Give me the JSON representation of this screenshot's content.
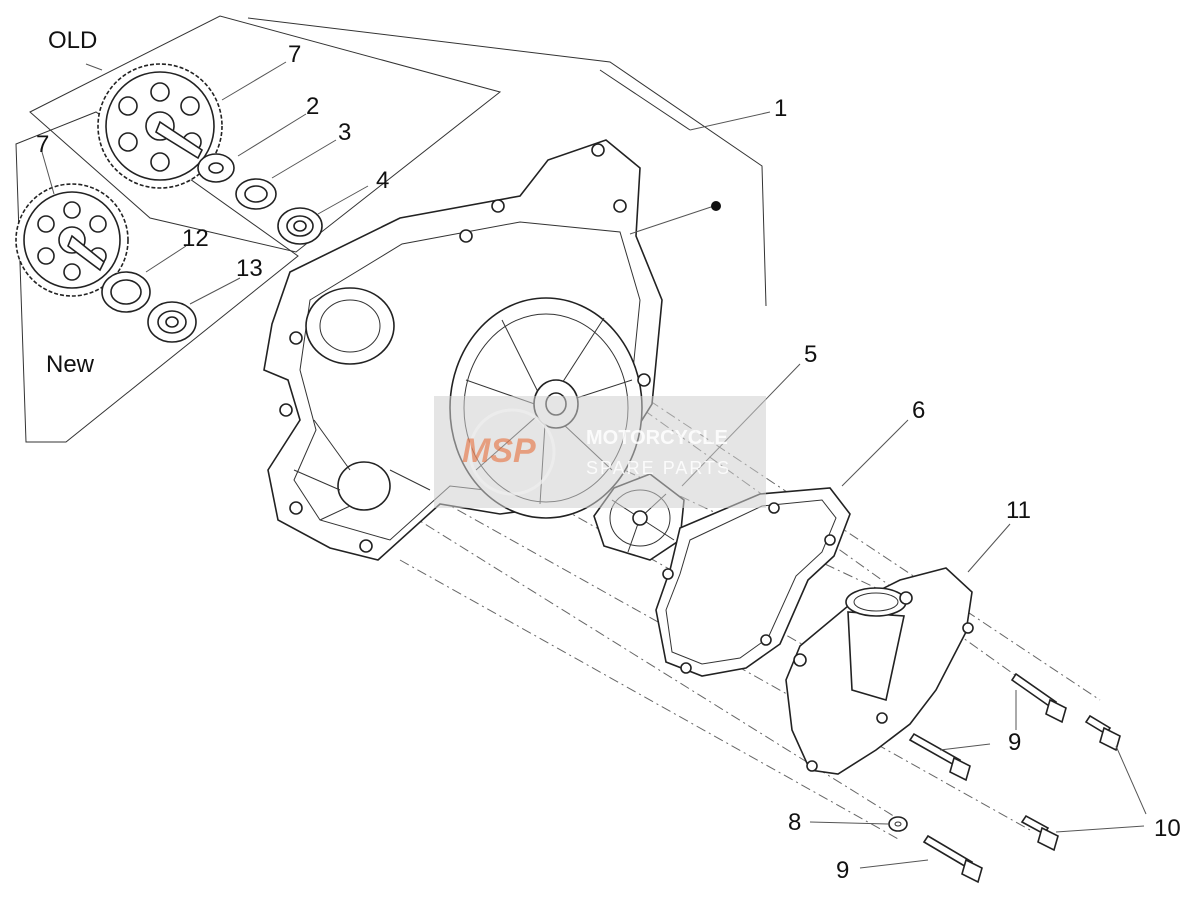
{
  "panels": {
    "old_label": "OLD",
    "new_label": "New"
  },
  "callouts": {
    "c1": "1",
    "c2": "2",
    "c3": "3",
    "c4": "4",
    "c5": "5",
    "c6": "6",
    "c7_old": "7",
    "c7_new": "7",
    "c8": "8",
    "c9_a": "9",
    "c9_b": "9",
    "c10": "10",
    "c11": "11",
    "c12": "12",
    "c13": "13"
  },
  "watermark": {
    "logo": "MSP",
    "line1": "MOTORCYCLE",
    "line2": "SPARE PARTS",
    "accent": "#e8642c"
  }
}
